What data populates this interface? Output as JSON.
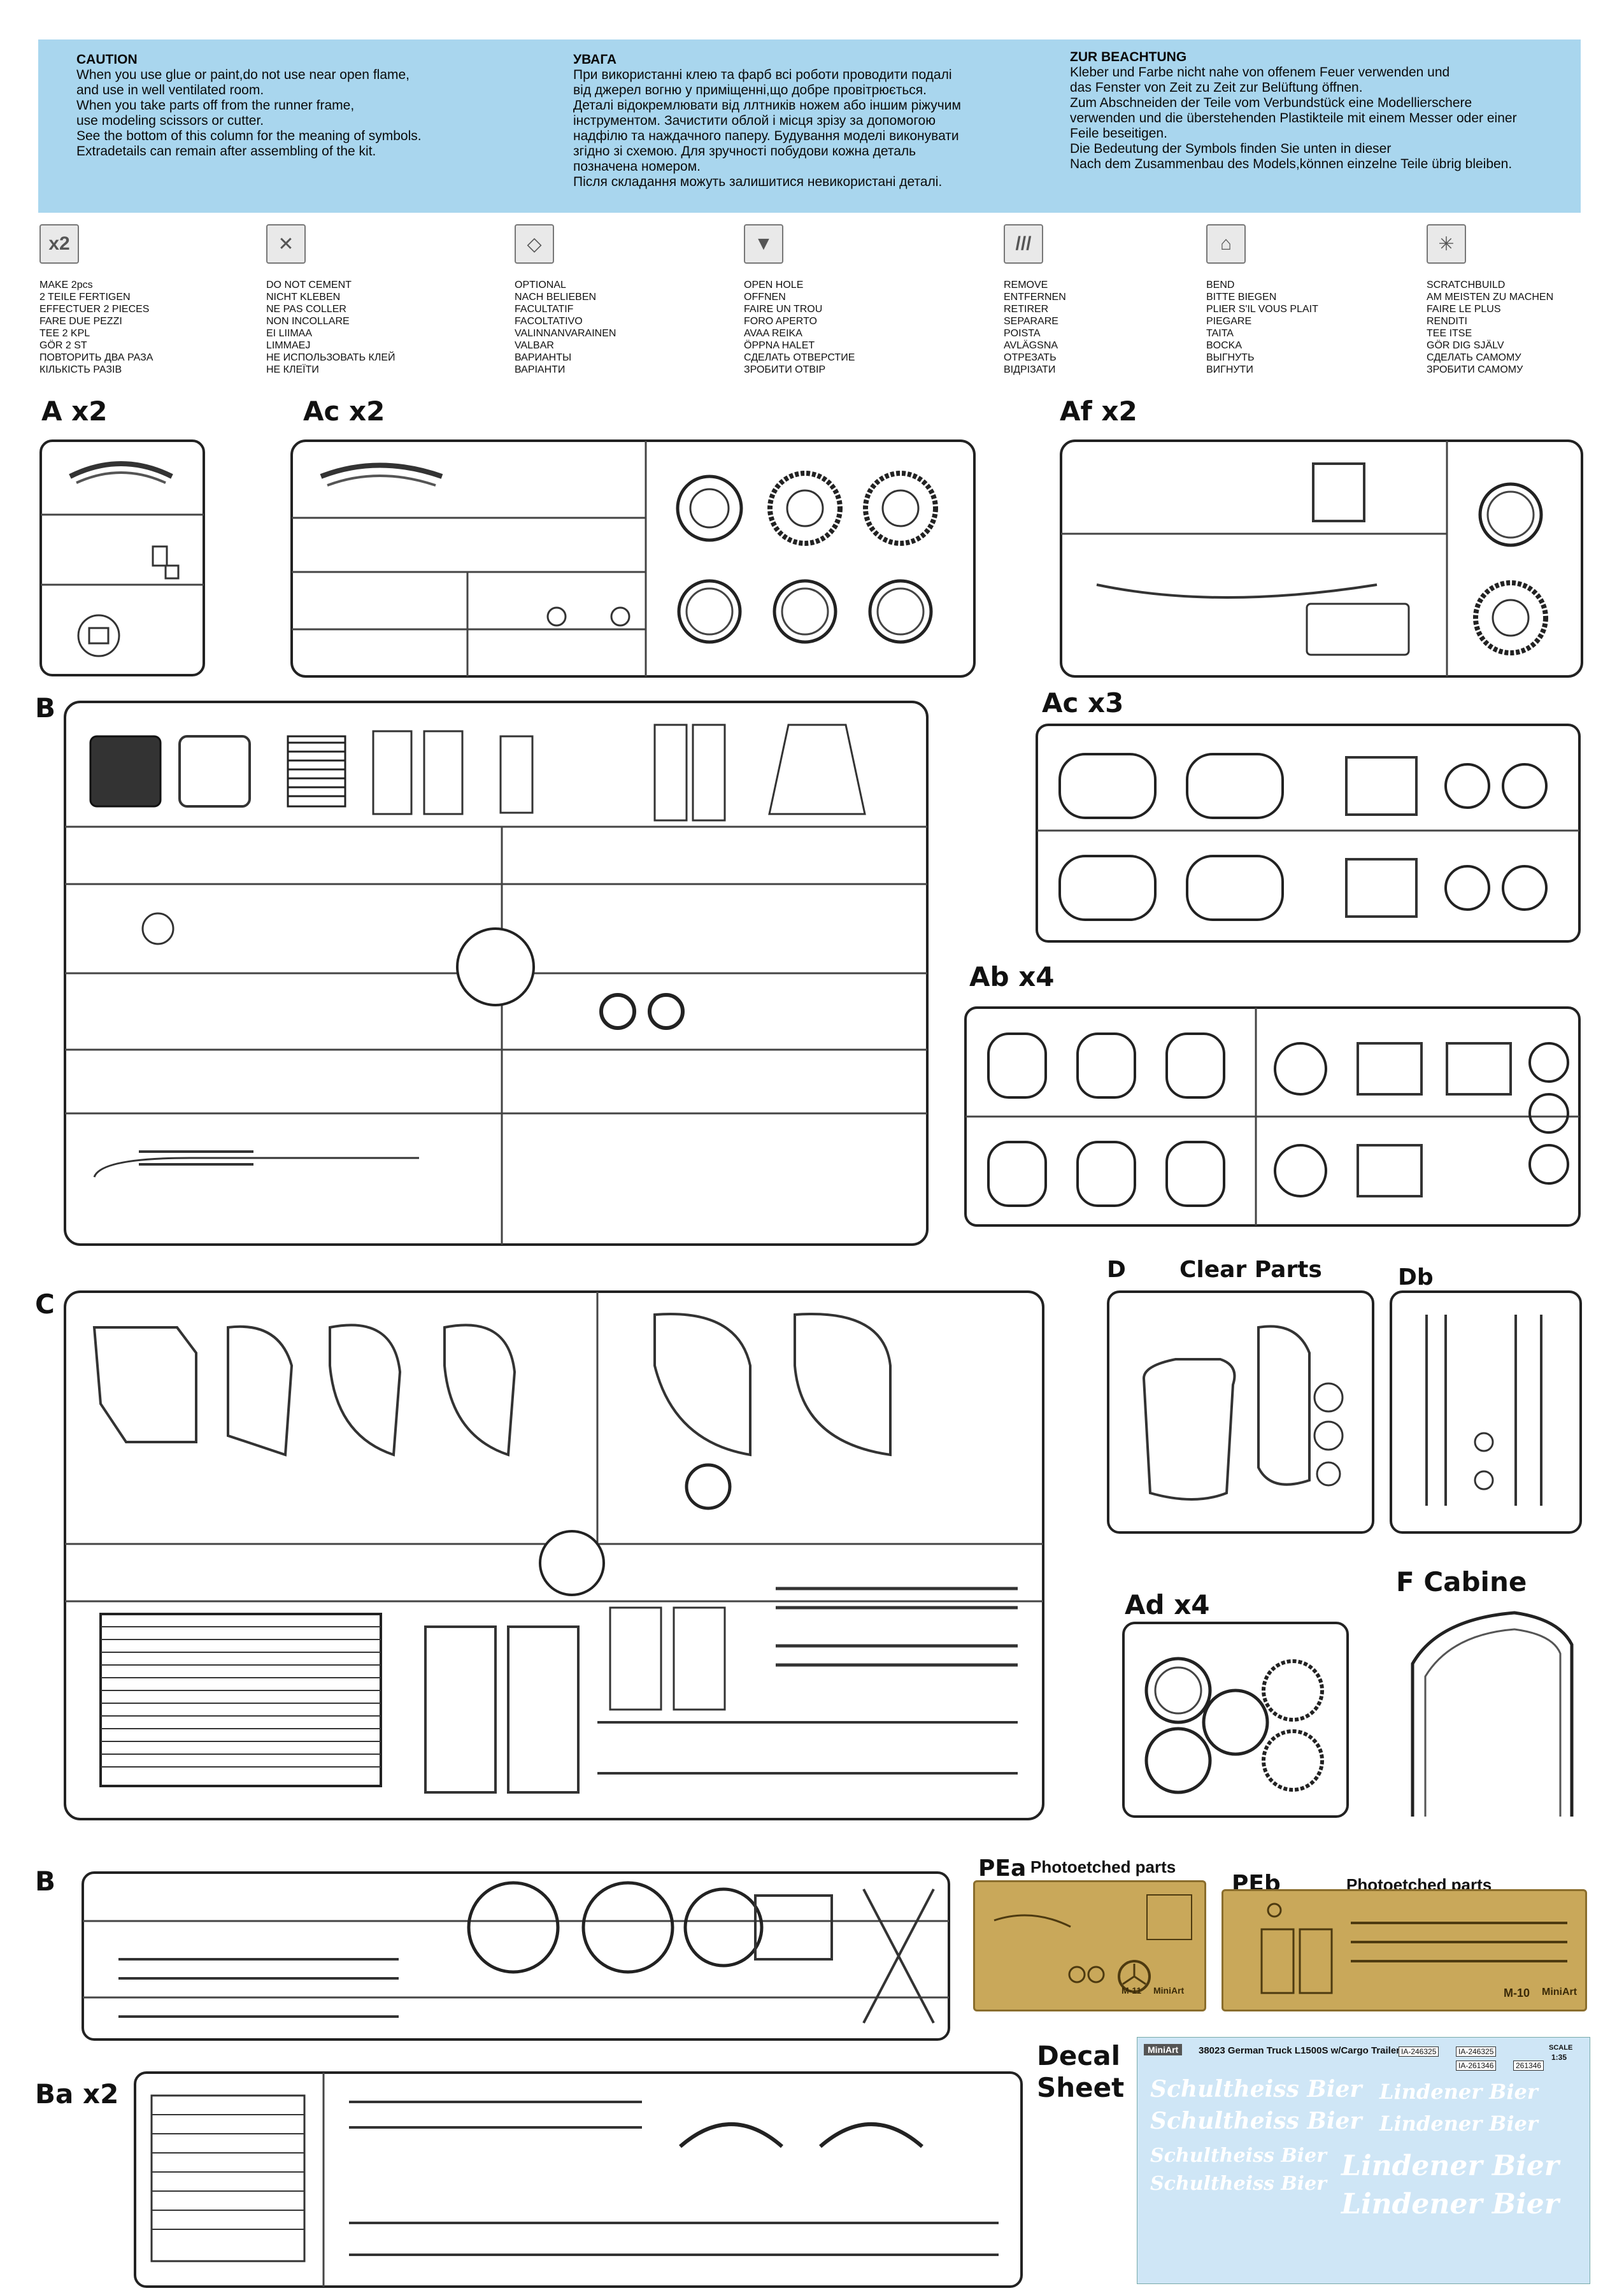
{
  "caution": {
    "en": {
      "title": "CAUTION",
      "lines": [
        "When you use glue or paint,do not use near open flame,",
        "and use in well ventilated room.",
        "When you take parts off from the runner frame,",
        "use modeling scissors or cutter.",
        "See the bottom of this column for the meaning of symbols.",
        "Extradetails can remain after assembling of the kit."
      ]
    },
    "ua": {
      "title": "УВАГА",
      "lines": [
        "При використанні клею та фарб всі роботи проводити подалі",
        "від джерел вогню у приміщенні,що добре провітрюється.",
        "Деталі відокремлювати від ллтників ножем або іншим ріжучим",
        "інструментом. Зачистити облой і місця зрізу за допомогою",
        "надфілю та наждачного паперу. Будування моделі виконувати",
        "згідно зі схемою. Для зручності побудови кожна деталь",
        "позначена номером.",
        "Після складання можуть залишитися невикористані деталі."
      ]
    },
    "de": {
      "title": "ZUR BEACHTUNG",
      "lines": [
        "Kleber und Farbe nicht nahe von offenem Feuer verwenden und",
        "das Fenster von Zeit zu Zeit zur Belüftung öffnen.",
        "Zum Abschneiden der Teile vom Verbundstück eine Modellierschere",
        "verwenden und die überstehenden Plastikteile mit einem Messer oder einer",
        "Feile beseitigen.",
        "Die Bedeutung der Symbols finden Sie unten in dieser",
        "Nach dem Zusammenbau des Models,können einzelne Teile übrig bleiben."
      ]
    }
  },
  "symbols": [
    {
      "icon": "x2-icon",
      "glyph": "x2",
      "lines": [
        "MAKE 2pcs",
        "2 TEILE FERTIGEN",
        "EFFECTUER 2 PIECES",
        "FARE DUE PEZZI",
        "TEE 2 KPL",
        "GÖR 2 ST",
        "ПОВТОРИТЬ ДВА РАЗА",
        "КІЛЬКІСТЬ РАЗІВ"
      ]
    },
    {
      "icon": "no-cement-icon",
      "glyph": "✕",
      "lines": [
        "DO NOT CEMENT",
        "NICHT KLEBEN",
        "NE PAS COLLER",
        "NON INCOLLARE",
        "EI LIIMAA",
        "LIMMAEJ",
        "НЕ ИСПОЛЬЗОВАТЬ КЛЕЙ",
        "НЕ КЛЕЇТИ"
      ]
    },
    {
      "icon": "optional-icon",
      "glyph": "◇",
      "lines": [
        "OPTIONAL",
        "NACH BELIEBEN",
        "FACULTATIF",
        "FACOLTATIVO",
        "VALINNANVARAINEN",
        "VALBAR",
        "ВАРИАНТЫ",
        "ВАРІАНТИ"
      ]
    },
    {
      "icon": "open-hole-icon",
      "glyph": "▼",
      "lines": [
        "OPEN HOLE",
        "OFFNEN",
        "FAIRE UN TROU",
        "FORO APERTO",
        "AVAA REIKA",
        "ÖPPNA HALET",
        "СДЕЛАТЬ ОТВЕРСТИЕ",
        "ЗРОБИТИ ОТВІР"
      ]
    },
    {
      "icon": "remove-icon",
      "glyph": "///",
      "lines": [
        "REMOVE",
        "ENTFERNEN",
        "RETIRER",
        "SEPARARE",
        "POISTA",
        "AVLÄGSNA",
        "ОТРЕЗАТЬ",
        "ВІДРІЗАТИ"
      ]
    },
    {
      "icon": "bend-icon",
      "glyph": "⌂",
      "lines": [
        "BEND",
        "BITTE BIEGEN",
        "PLIER S'IL VOUS PLAIT",
        "PIEGARE",
        "TAITA",
        "BOCKA",
        "ВЫГНУТЬ",
        "ВИГНУТИ"
      ]
    },
    {
      "icon": "scratchbuild-icon",
      "glyph": "✳",
      "lines": [
        "SCRATCHBUILD",
        "AM MEISTEN ZU MACHEN",
        "FAIRE LE PLUS",
        "RENDITI",
        "TEE ITSE",
        "GÖR DIG SJÄLV",
        "СДЕЛАТЬ САМОМУ",
        "ЗРОБИТИ САМОМУ"
      ]
    }
  ],
  "labels": {
    "a": "A x2",
    "ac2": "Ac x2",
    "af": "Af x2",
    "b": "B",
    "ac3": "Ac x3",
    "ab": "Ab x4",
    "c": "C",
    "d": "D",
    "clear": "Clear Parts",
    "db": "Db",
    "fcab": "F Cabine",
    "ad": "Ad x4",
    "b2": "B",
    "ba": "Ba x2",
    "pea": "PEa",
    "peb": "PEb",
    "pe_sub": "Photoetched parts",
    "decal1": "Decal",
    "decal2": "Sheet"
  },
  "decal": {
    "header": "38023 German Truck L1500S w/Cargo Trailer",
    "brand": "MiniArt",
    "plates": [
      "IA-246325",
      "IA-246325",
      "IA-261346",
      "261346"
    ],
    "scale_label": "SCALE",
    "scale": "1:35",
    "texts": [
      "Schultheiss Bier",
      "Schultheiss Bier",
      "Schultheiss Bier",
      "Schultheiss Bier",
      "Lindener Bier",
      "Lindener Bier",
      "Lindener Bier",
      "Lindener Bier"
    ]
  },
  "pe_marks": {
    "m11": "M-11",
    "m10": "M-10",
    "brand": "MiniArt"
  }
}
